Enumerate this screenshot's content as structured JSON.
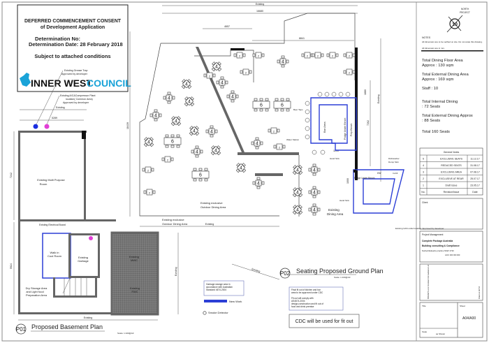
{
  "consent": {
    "line1": "DEFERRED COMMENCEMENT CONSENT",
    "line2": "of Development Application",
    "det_no": "Determination No:",
    "det_date": "Determination Date: 28 February 2018",
    "conditions": "Subject to attached conditions",
    "logo_inner": "INNER WEST",
    "logo_council": "COUNCIL"
  },
  "notes": {
    "north": "NORTH",
    "project": "PROJECT",
    "north_num": "10",
    "notes_title": "NOTES",
    "note1": "All dimension are to be verified on site. Do not scale this drawing.",
    "note2": "All dimension are in mm."
  },
  "summary": {
    "dining_floor_label": "Total  Dining Floor Area",
    "dining_floor_value": "Approx   : 130 sqm",
    "external_area_label": "Total External Dining Area",
    "external_area_value": "Approx   : 169 sqm",
    "staff": "Staff       :    10",
    "internal_label": "Total Internal Dining",
    "internal_value": ": 72 Seats",
    "external_label": "Total External  Dining  Approx",
    "external_value": ": 88 Seats",
    "total": "Total 160 Seats"
  },
  "revisions": {
    "title": "General  Notes",
    "header": {
      "no": "No.",
      "issue": "Revision/Issue",
      "date": "Date"
    },
    "rows": [
      {
        "no": "5",
        "issue": "EXCLUSIVE  SEATS",
        "date": "11.12.17"
      },
      {
        "no": "4",
        "issue": "REDUCED  SEATS",
        "date": "31.08.17"
      },
      {
        "no": "3",
        "issue": "EXCLUSIVE  AREA",
        "date": "07.08.17"
      },
      {
        "no": "2",
        "issue": "EXCLUSIVE  AT REAR",
        "date": "25.07.17"
      },
      {
        "no": "1",
        "issue": "Draft  Issue",
        "date": "23.05.17"
      }
    ]
  },
  "title_block": {
    "client": "Client",
    "pm": "Project Management",
    "company": "Complete Package Australia",
    "service": "Building consulting & Compliance",
    "contact": "Norbert/Eduardo  practice NSW 1730",
    "acn": "ACN: 000 000 000",
    "side_left": "BPA/AIPS.com  Scotland CIA  Guidance Ltd",
    "side_right": "Drawn in ART-6",
    "title": "Title",
    "sheet": "Sheet",
    "sheet_no": "A04/A00",
    "scale": "Scale",
    "scale_value": "as Shown"
  },
  "ground_plan": {
    "tag": "P02",
    "title": "Seating Proposed Ground  Plan",
    "scale": "Scale: 1:100@A3",
    "dims": {
      "existing": "Existing",
      "d16680": "16680",
      "d4657": "4657",
      "d8841": "8841",
      "d18439": "18439",
      "d7262": "7262",
      "d1880": "1880",
      "d1200": "1200",
      "d1000": "1000"
    },
    "labels": {
      "outdoor": "Existing exclusive",
      "outdoor2": "Outdoor Dining Area",
      "dining": "Existing",
      "dining2": "Dining Area",
      "bar": "Bar  Area",
      "fridge": "Fridge Under Bench",
      "prep": "Prep Bench",
      "fridge2": "Fridge Under Bench",
      "beer": "Beer Taps",
      "water": "Water Station",
      "hand_sink": "Hand Sink",
      "hand_sink2": "Hand Sink",
      "dishwasher": "Dishwasher",
      "dump_sink": "Dump Sink",
      "dw": "DW",
      "infill": "In-Fill",
      "gas": "Existing GAS outlet location; Approved by developer"
    },
    "tables": [
      "4",
      "4",
      "4",
      "4",
      "4",
      "4",
      "4",
      "6",
      "4",
      "4",
      "4",
      "4",
      "4",
      "6",
      "2",
      "4",
      "6",
      "6",
      "2",
      "4",
      "2",
      "2",
      "2",
      "4",
      "2",
      "2",
      "2",
      "2",
      "2",
      "2",
      "4",
      "4",
      "4",
      "4",
      "4",
      "4",
      "4",
      "4",
      "2",
      "2",
      "2"
    ]
  },
  "basement_plan": {
    "tag": "P01",
    "title": "Proposed Basement Plan",
    "scale": "Scale: 1:100@A3",
    "dims": {
      "existing": "Existing",
      "d5289": "5289",
      "d7242": "7242",
      "d5924": "5924"
    },
    "labels": {
      "grease": "Existing Grease Trap",
      "grease2": "Approved by developer",
      "ac": "Existing A/C&Compressor Plant",
      "ac2": "location( Common Area)",
      "ac3": "Approved by developer",
      "multi": "Existing Multi Purpose",
      "multi2": "Room",
      "electrical": "Existing Electrical Board",
      "cool": "Walk in",
      "cool2": "Cool Room",
      "garbage": "Existing",
      "garbage2": "Garbage",
      "mwc": "Existing",
      "mwc2": "MWC",
      "fwc": "Existing",
      "fwc2": "FWC",
      "dry": "Dry Storage Area",
      "dry2": "and Light food",
      "dry3": "Preparation Area"
    }
  },
  "legend": {
    "garbage_note": [
      "Garbage storage area in",
      "accordance with Australian",
      "Standard 4674-2004"
    ],
    "new_work": "New  Work",
    "smoke": "Smoke  Detector",
    "fitout_note": [
      "Final fit out of kitchen and bar",
      "area to be approved under CDC",
      "",
      "Fit out will comply with",
      "AS4674-2004",
      "design,construction and fit out of",
      "food and drink premise"
    ],
    "cdc": "CDC will be used for fit out"
  },
  "colors": {
    "new_work": "#2c3fd6",
    "grease_trap": "#1a2ee0",
    "ac_plant": "#e23fd6",
    "logo_blue": "#1aa3d8"
  }
}
